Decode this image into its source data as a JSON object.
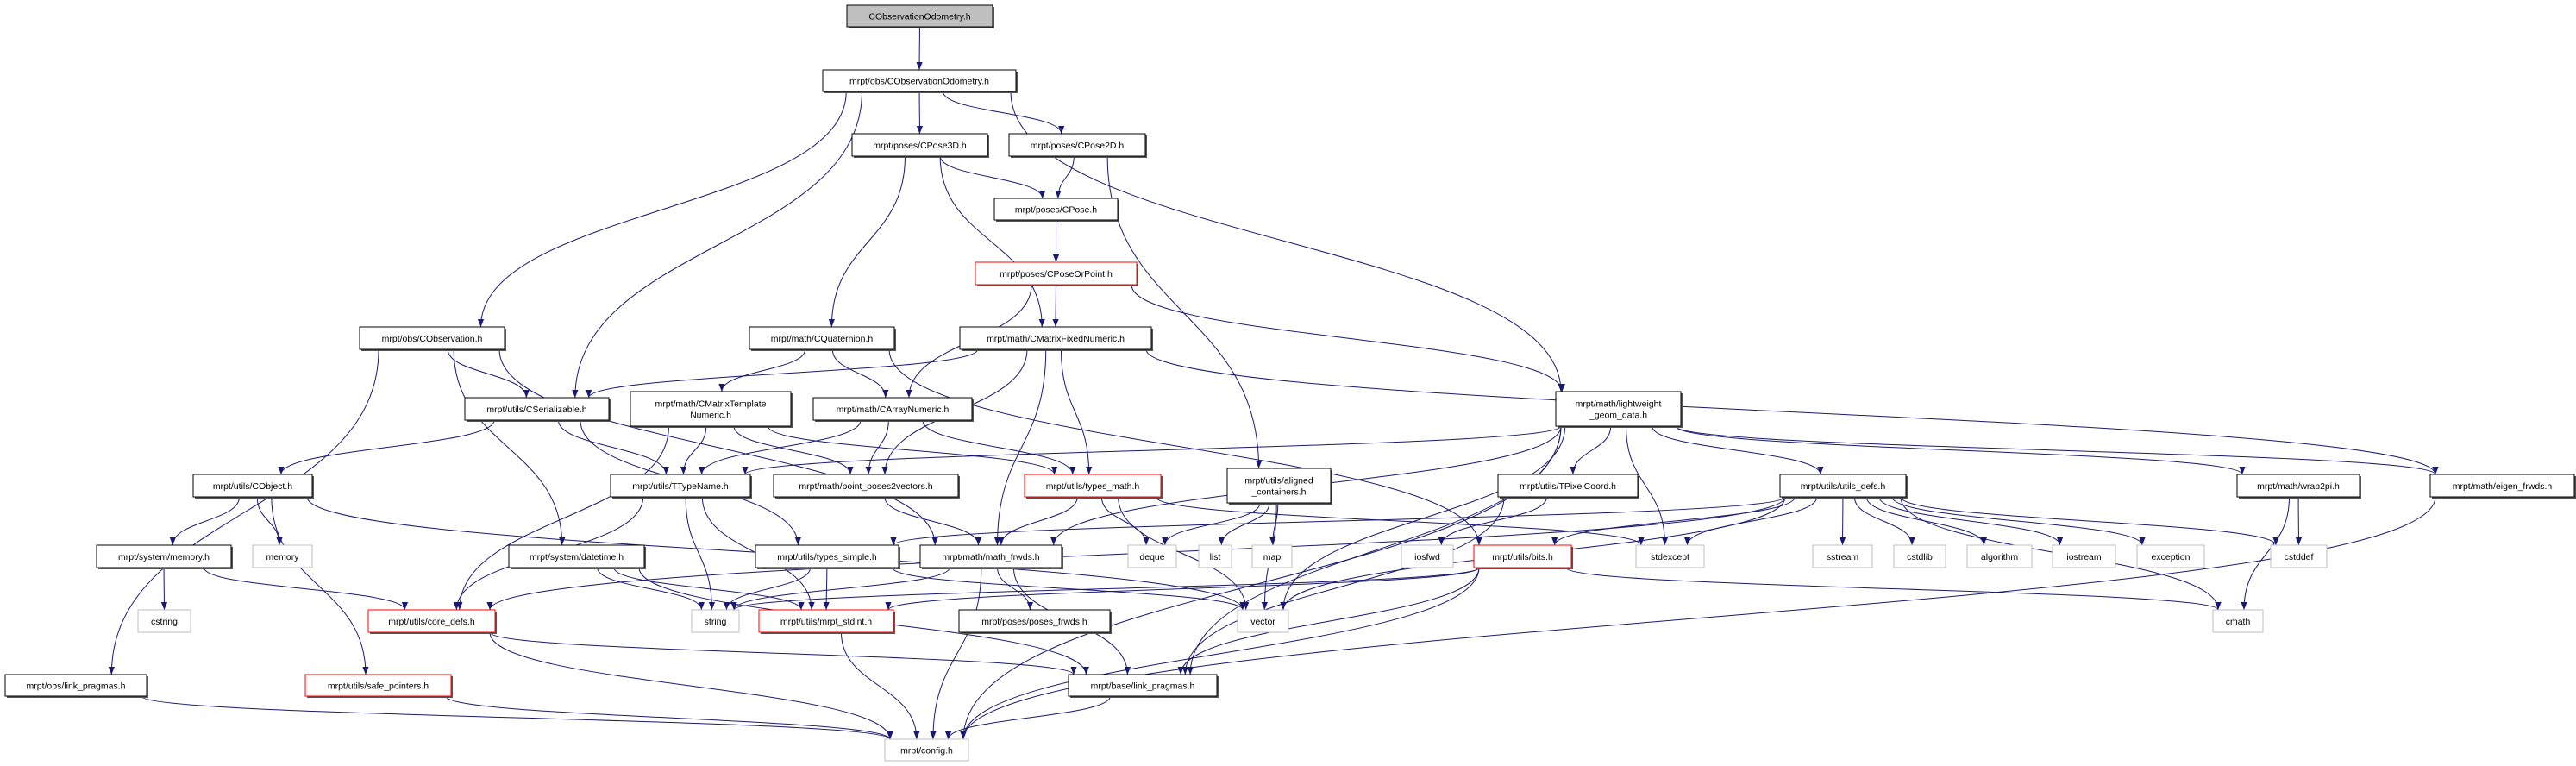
{
  "title": "CObservationOdometry.h",
  "colors": {
    "edge": "#191970",
    "root_fill": "#bfbfbf",
    "documented_border": "#000000",
    "truncated_border": "#ff0000",
    "external_border": "#bfbfbf"
  },
  "nodes": {
    "root": {
      "lines": [
        "CObservationOdometry.h"
      ],
      "kind": "root"
    },
    "obsodo": {
      "lines": [
        "mrpt/obs/CObservationOdometry.h"
      ],
      "kind": "doc"
    },
    "pose3d": {
      "lines": [
        "mrpt/poses/CPose3D.h"
      ],
      "kind": "doc"
    },
    "pose2d": {
      "lines": [
        "mrpt/poses/CPose2D.h"
      ],
      "kind": "doc"
    },
    "pose": {
      "lines": [
        "mrpt/poses/CPose.h"
      ],
      "kind": "doc"
    },
    "poseorpoint": {
      "lines": [
        "mrpt/poses/CPoseOrPoint.h"
      ],
      "kind": "trunc"
    },
    "observation": {
      "lines": [
        "mrpt/obs/CObservation.h"
      ],
      "kind": "doc"
    },
    "quaternion": {
      "lines": [
        "mrpt/math/CQuaternion.h"
      ],
      "kind": "doc"
    },
    "matfixed": {
      "lines": [
        "mrpt/math/CMatrixFixedNumeric.h"
      ],
      "kind": "doc"
    },
    "serializable": {
      "lines": [
        "mrpt/utils/CSerializable.h"
      ],
      "kind": "doc"
    },
    "mattemplate": {
      "lines": [
        "mrpt/math/CMatrixTemplate",
        "Numeric.h"
      ],
      "kind": "doc"
    },
    "arraynumeric": {
      "lines": [
        "mrpt/math/CArrayNumeric.h"
      ],
      "kind": "doc"
    },
    "lightweight": {
      "lines": [
        "mrpt/math/lightweight",
        "_geom_data.h"
      ],
      "kind": "doc"
    },
    "object": {
      "lines": [
        "mrpt/utils/CObject.h"
      ],
      "kind": "doc"
    },
    "ttypename": {
      "lines": [
        "mrpt/utils/TTypeName.h"
      ],
      "kind": "doc"
    },
    "pp2v": {
      "lines": [
        "mrpt/math/point_poses2vectors.h"
      ],
      "kind": "doc"
    },
    "typesmath": {
      "lines": [
        "mrpt/utils/types_math.h"
      ],
      "kind": "trunc"
    },
    "aligned": {
      "lines": [
        "mrpt/utils/aligned",
        "_containers.h"
      ],
      "kind": "doc"
    },
    "tpixel": {
      "lines": [
        "mrpt/utils/TPixelCoord.h"
      ],
      "kind": "doc"
    },
    "utilsdefs": {
      "lines": [
        "mrpt/utils/utils_defs.h"
      ],
      "kind": "doc"
    },
    "wrap2pi": {
      "lines": [
        "mrpt/math/wrap2pi.h"
      ],
      "kind": "doc"
    },
    "eigenfrwds": {
      "lines": [
        "mrpt/math/eigen_frwds.h"
      ],
      "kind": "doc"
    },
    "memoryh": {
      "lines": [
        "mrpt/system/memory.h"
      ],
      "kind": "doc"
    },
    "memory": {
      "lines": [
        "memory"
      ],
      "kind": "ext"
    },
    "datetime": {
      "lines": [
        "mrpt/system/datetime.h"
      ],
      "kind": "doc"
    },
    "typessimple": {
      "lines": [
        "mrpt/utils/types_simple.h"
      ],
      "kind": "doc"
    },
    "mathfrwds": {
      "lines": [
        "mrpt/math/math_frwds.h"
      ],
      "kind": "doc"
    },
    "deque": {
      "lines": [
        "deque"
      ],
      "kind": "ext"
    },
    "list": {
      "lines": [
        "list"
      ],
      "kind": "ext"
    },
    "map": {
      "lines": [
        "map"
      ],
      "kind": "ext"
    },
    "iosfwd": {
      "lines": [
        "iosfwd"
      ],
      "kind": "ext"
    },
    "bits": {
      "lines": [
        "mrpt/utils/bits.h"
      ],
      "kind": "trunc"
    },
    "stdexcept": {
      "lines": [
        "stdexcept"
      ],
      "kind": "ext"
    },
    "sstream": {
      "lines": [
        "sstream"
      ],
      "kind": "ext"
    },
    "cstdlib": {
      "lines": [
        "cstdlib"
      ],
      "kind": "ext"
    },
    "algorithm": {
      "lines": [
        "algorithm"
      ],
      "kind": "ext"
    },
    "iostream": {
      "lines": [
        "iostream"
      ],
      "kind": "ext"
    },
    "exception": {
      "lines": [
        "exception"
      ],
      "kind": "ext"
    },
    "cstddef": {
      "lines": [
        "cstddef"
      ],
      "kind": "ext"
    },
    "cstring": {
      "lines": [
        "cstring"
      ],
      "kind": "ext"
    },
    "coredefs": {
      "lines": [
        "mrpt/utils/core_defs.h"
      ],
      "kind": "trunc"
    },
    "string": {
      "lines": [
        "string"
      ],
      "kind": "ext"
    },
    "stdint": {
      "lines": [
        "mrpt/utils/mrpt_stdint.h"
      ],
      "kind": "trunc"
    },
    "posesfrwds": {
      "lines": [
        "mrpt/poses/poses_frwds.h"
      ],
      "kind": "doc"
    },
    "vector": {
      "lines": [
        "vector"
      ],
      "kind": "ext"
    },
    "cmath": {
      "lines": [
        "cmath"
      ],
      "kind": "ext"
    },
    "obslink": {
      "lines": [
        "mrpt/obs/link_pragmas.h"
      ],
      "kind": "doc"
    },
    "safeptr": {
      "lines": [
        "mrpt/utils/safe_pointers.h"
      ],
      "kind": "trunc"
    },
    "baselink": {
      "lines": [
        "mrpt/base/link_pragmas.h"
      ],
      "kind": "doc"
    },
    "config": {
      "lines": [
        "mrpt/config.h"
      ],
      "kind": "ext"
    }
  },
  "edges": [
    [
      "root",
      "obsodo"
    ],
    [
      "obsodo",
      "observation"
    ],
    [
      "obsodo",
      "serializable"
    ],
    [
      "obsodo",
      "pose3d"
    ],
    [
      "obsodo",
      "pose2d"
    ],
    [
      "obsodo",
      "lightweight"
    ],
    [
      "pose3d",
      "pose"
    ],
    [
      "pose3d",
      "quaternion"
    ],
    [
      "pose3d",
      "matfixed"
    ],
    [
      "pose2d",
      "pose"
    ],
    [
      "pose2d",
      "aligned"
    ],
    [
      "pose",
      "poseorpoint"
    ],
    [
      "poseorpoint",
      "matfixed"
    ],
    [
      "poseorpoint",
      "arraynumeric"
    ],
    [
      "poseorpoint",
      "lightweight"
    ],
    [
      "observation",
      "serializable"
    ],
    [
      "observation",
      "datetime"
    ],
    [
      "observation",
      "obslink"
    ],
    [
      "observation",
      "mathfrwds"
    ],
    [
      "quaternion",
      "mattemplate"
    ],
    [
      "quaternion",
      "arraynumeric"
    ],
    [
      "quaternion",
      "bits"
    ],
    [
      "matfixed",
      "serializable"
    ],
    [
      "matfixed",
      "typesmath"
    ],
    [
      "matfixed",
      "mathfrwds"
    ],
    [
      "matfixed",
      "pp2v"
    ],
    [
      "matfixed",
      "eigenfrwds"
    ],
    [
      "serializable",
      "object"
    ],
    [
      "serializable",
      "ttypename"
    ],
    [
      "serializable",
      "typessimple"
    ],
    [
      "mattemplate",
      "ttypename"
    ],
    [
      "mattemplate",
      "pp2v"
    ],
    [
      "mattemplate",
      "typesmath"
    ],
    [
      "mattemplate",
      "coredefs"
    ],
    [
      "arraynumeric",
      "ttypename"
    ],
    [
      "arraynumeric",
      "pp2v"
    ],
    [
      "arraynumeric",
      "typesmath"
    ],
    [
      "lightweight",
      "tpixel"
    ],
    [
      "lightweight",
      "utilsdefs"
    ],
    [
      "lightweight",
      "stdexcept"
    ],
    [
      "lightweight",
      "wrap2pi"
    ],
    [
      "lightweight",
      "eigenfrwds"
    ],
    [
      "lightweight",
      "vector"
    ],
    [
      "lightweight",
      "config"
    ],
    [
      "lightweight",
      "ttypename"
    ],
    [
      "lightweight",
      "mathfrwds"
    ],
    [
      "lightweight",
      "baselink"
    ],
    [
      "utilsdefs",
      "sstream"
    ],
    [
      "utilsdefs",
      "cstdlib"
    ],
    [
      "utilsdefs",
      "algorithm"
    ],
    [
      "utilsdefs",
      "iostream"
    ],
    [
      "utilsdefs",
      "exception"
    ],
    [
      "utilsdefs",
      "cstddef"
    ],
    [
      "utilsdefs",
      "cmath"
    ],
    [
      "utilsdefs",
      "stdexcept"
    ],
    [
      "utilsdefs",
      "bits"
    ],
    [
      "utilsdefs",
      "vector"
    ],
    [
      "utilsdefs",
      "coredefs"
    ],
    [
      "utilsdefs",
      "typessimple"
    ],
    [
      "tpixel",
      "iosfwd"
    ],
    [
      "tpixel",
      "baselink"
    ],
    [
      "typesmath",
      "mathfrwds"
    ],
    [
      "typesmath",
      "deque"
    ],
    [
      "typesmath",
      "vector"
    ],
    [
      "typesmath",
      "stdexcept"
    ],
    [
      "aligned",
      "deque"
    ],
    [
      "aligned",
      "list"
    ],
    [
      "aligned",
      "map"
    ],
    [
      "aligned",
      "vector"
    ],
    [
      "wrap2pi",
      "cstddef"
    ],
    [
      "wrap2pi",
      "cmath"
    ],
    [
      "eigenfrwds",
      "config"
    ],
    [
      "object",
      "memoryh"
    ],
    [
      "object",
      "memory"
    ],
    [
      "object",
      "safeptr"
    ],
    [
      "object",
      "vector"
    ],
    [
      "memoryh",
      "cstring"
    ],
    [
      "memoryh",
      "coredefs"
    ],
    [
      "ttypename",
      "string"
    ],
    [
      "ttypename",
      "stdint"
    ],
    [
      "ttypename",
      "coredefs"
    ],
    [
      "pp2v",
      "mathfrwds"
    ],
    [
      "datetime",
      "string"
    ],
    [
      "datetime",
      "stdint"
    ],
    [
      "datetime",
      "baselink"
    ],
    [
      "typessimple",
      "string"
    ],
    [
      "typessimple",
      "stdint"
    ],
    [
      "typessimple",
      "vector"
    ],
    [
      "mathfrwds",
      "string"
    ],
    [
      "mathfrwds",
      "posesfrwds"
    ],
    [
      "mathfrwds",
      "baselink"
    ],
    [
      "mathfrwds",
      "config"
    ],
    [
      "bits",
      "string"
    ],
    [
      "bits",
      "stdint"
    ],
    [
      "bits",
      "cmath"
    ],
    [
      "bits",
      "baselink"
    ],
    [
      "bits",
      "config"
    ],
    [
      "coredefs",
      "config"
    ],
    [
      "coredefs",
      "baselink"
    ],
    [
      "stdint",
      "config"
    ],
    [
      "obslink",
      "config"
    ],
    [
      "safeptr",
      "config"
    ],
    [
      "baselink",
      "config"
    ]
  ]
}
